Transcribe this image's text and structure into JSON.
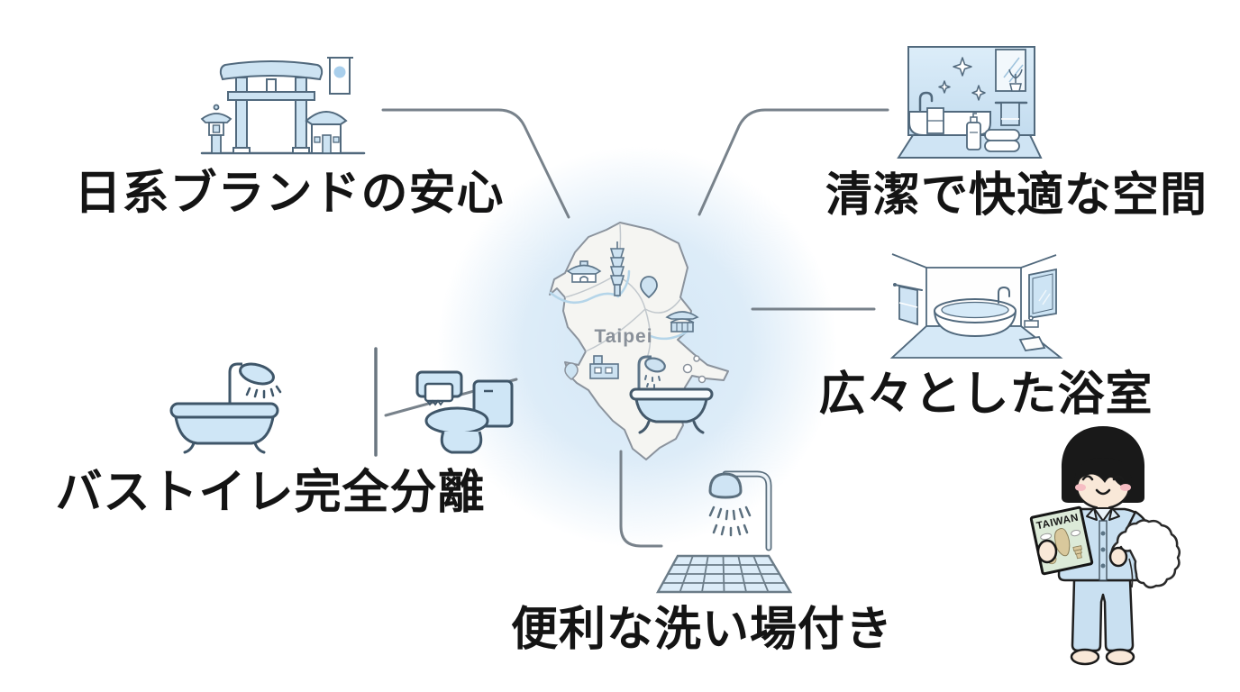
{
  "diagram": {
    "map": {
      "label": "Taipei"
    },
    "features": [
      {
        "id": "japanese-brand",
        "label": "日系ブランドの安心",
        "icon": "torii-shrine-icon",
        "position": "top-left"
      },
      {
        "id": "clean-space",
        "label": "清潔で快適な空間",
        "icon": "clean-bathroom-icon",
        "position": "top-right"
      },
      {
        "id": "spacious-bathroom",
        "label": "広々とした浴室",
        "icon": "spacious-bathroom-room-icon",
        "position": "middle-right"
      },
      {
        "id": "separate-bath-toilet",
        "label": "バストイレ完全分離",
        "icon": "bathtub-toilet-divided-icon",
        "position": "bottom-left"
      },
      {
        "id": "washing-area",
        "label": "便利な洗い場付き",
        "icon": "shower-tiled-floor-icon",
        "position": "bottom-center"
      }
    ],
    "mascot": {
      "book_label": "TAIWAN"
    },
    "colors": {
      "text": "#141414",
      "connector": "#78828b",
      "outline_slate": "#51697d",
      "outline_dark": "#3f5669",
      "light_blue_fill": "#cfe5f4",
      "glow": "#d8eaf7",
      "map_label_gray": "#899099"
    }
  }
}
